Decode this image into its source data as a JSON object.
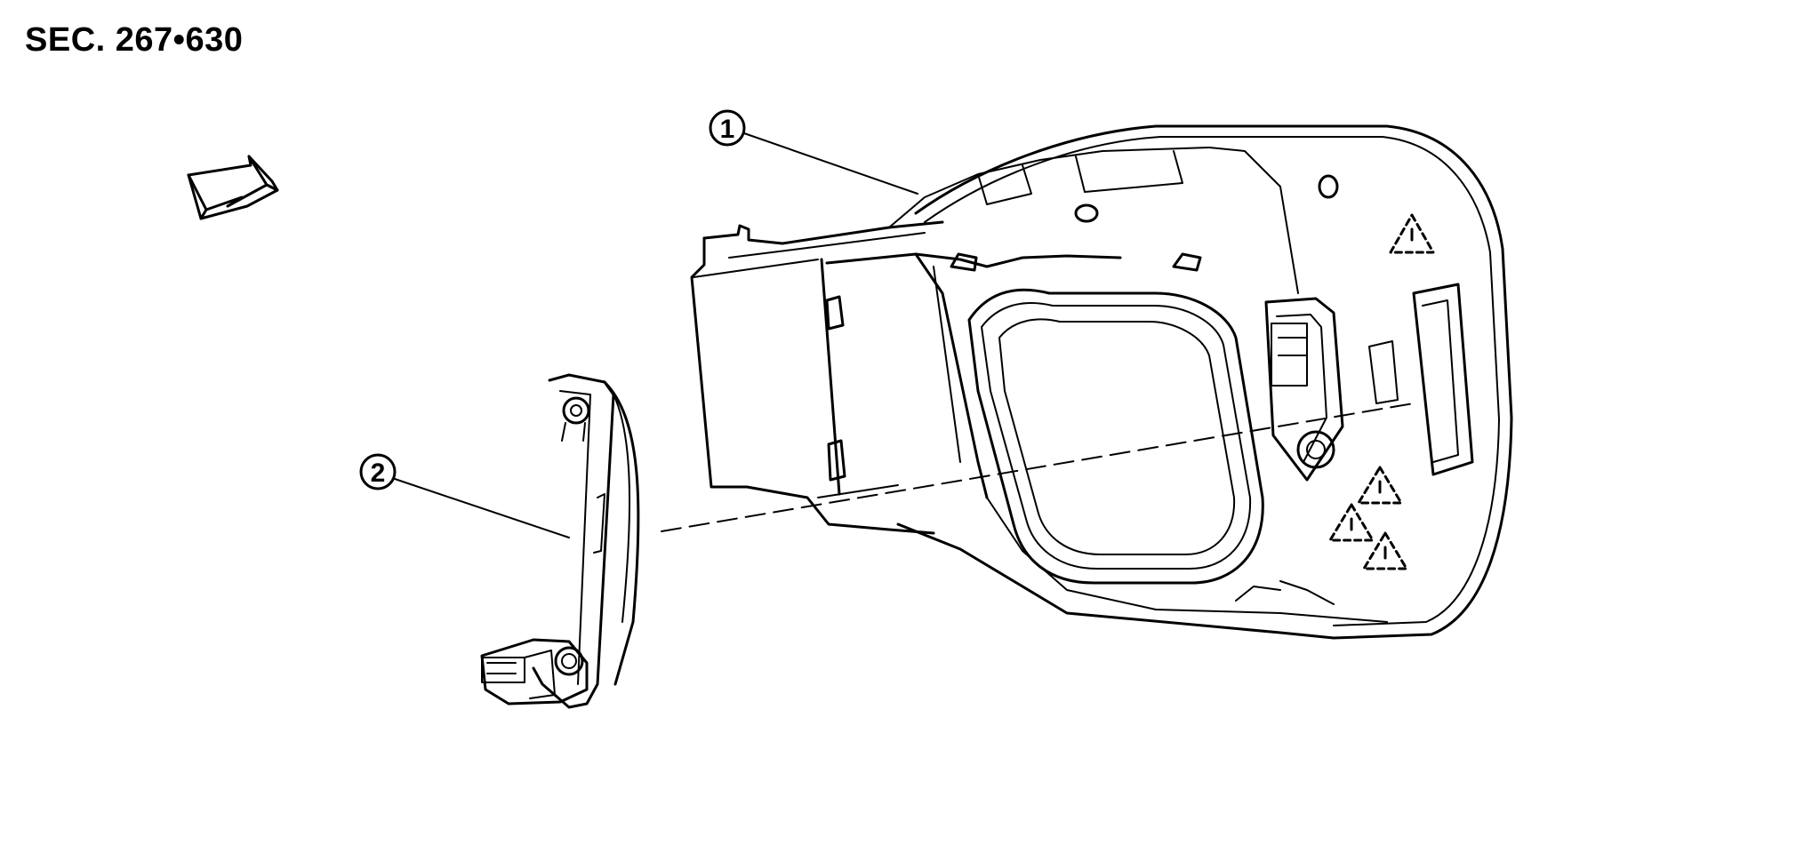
{
  "header": {
    "section_reference": "SEC. 267•630"
  },
  "callouts": [
    {
      "id": "callout-1",
      "number": "1"
    },
    {
      "id": "callout-2",
      "number": "2"
    }
  ],
  "icons": {
    "view_direction": "view-direction-arrow-icon",
    "caution": "caution-triangle-icon"
  },
  "colors": {
    "line": "#000000",
    "background": "#ffffff"
  }
}
